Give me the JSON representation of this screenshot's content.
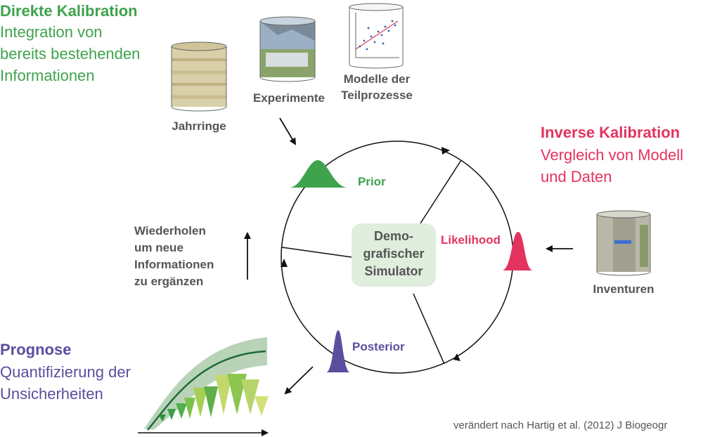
{
  "direct": {
    "title": "Direkte Kalibration",
    "line1": "Integration von",
    "line2": "bereits bestehenden",
    "line3": "Informationen"
  },
  "sources": {
    "jahrringe": "Jahrringe",
    "experimente": "Experimente",
    "modelle1": "Modelle der",
    "modelle2": "Teilprozesse"
  },
  "inverse": {
    "title": "Inverse Kalibration",
    "line1": "Vergleich von Modell",
    "line2": "und Daten"
  },
  "inventuren": "Inventuren",
  "cycle": {
    "prior": "Prior",
    "likelihood": "Likelihood",
    "posterior": "Posterior"
  },
  "simulator": {
    "line1": "Demo-",
    "line2": "grafischer",
    "line3": "Simulator"
  },
  "repeat": {
    "line1": "Wiederholen",
    "line2": "um neue",
    "line3": "Informationen",
    "line4": "zu ergänzen"
  },
  "prognose": {
    "title": "Prognose",
    "line1": "Quantifizierung der",
    "line2": "Unsicherheiten"
  },
  "citation": "verändert nach Hartig et al. (2012) J Biogeogr",
  "colors": {
    "green": "#3fa34d",
    "pink": "#e3335f",
    "purple": "#5a4e9e",
    "sim_box": "#dfeedd"
  }
}
